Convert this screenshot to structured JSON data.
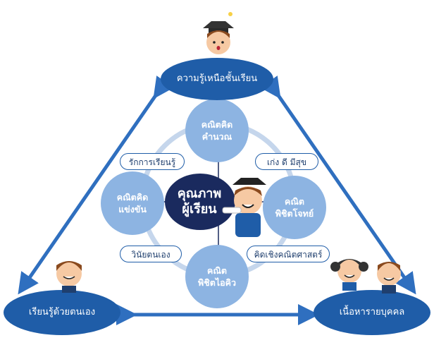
{
  "top_node": "ความรู้เหนือชั้นเรียน",
  "left_node": "เรียนรู้ด้วยตนเอง",
  "right_node": "เนื้อหารายบุคคล",
  "center": {
    "line1": "คุณภาพ",
    "line2": "ผู้เรียน"
  },
  "circles": {
    "top": {
      "line1": "คณิตคิด",
      "line2": "คำนวณ"
    },
    "left": {
      "line1": "คณิตคิด",
      "line2": "แข่งขัน"
    },
    "right": {
      "line1": "คณิต",
      "line2": "พิชิตโจทย์"
    },
    "bottom": {
      "line1": "คณิต",
      "line2": "พิชิตไอคิว"
    }
  },
  "pills": {
    "top_left": "รักการเรียนรู้",
    "top_right": "เก่ง ดี มีสุข",
    "bottom_left": "วินัยตนเอง",
    "bottom_right": "คิดเชิงคณิตศาสตร์"
  },
  "colors": {
    "dark_blue": "#1f5da8",
    "mid_blue": "#2f6fbf",
    "light_circle": "#8db4e2",
    "ring": "#c5d6ec",
    "center_navy": "#1a2a5e"
  }
}
